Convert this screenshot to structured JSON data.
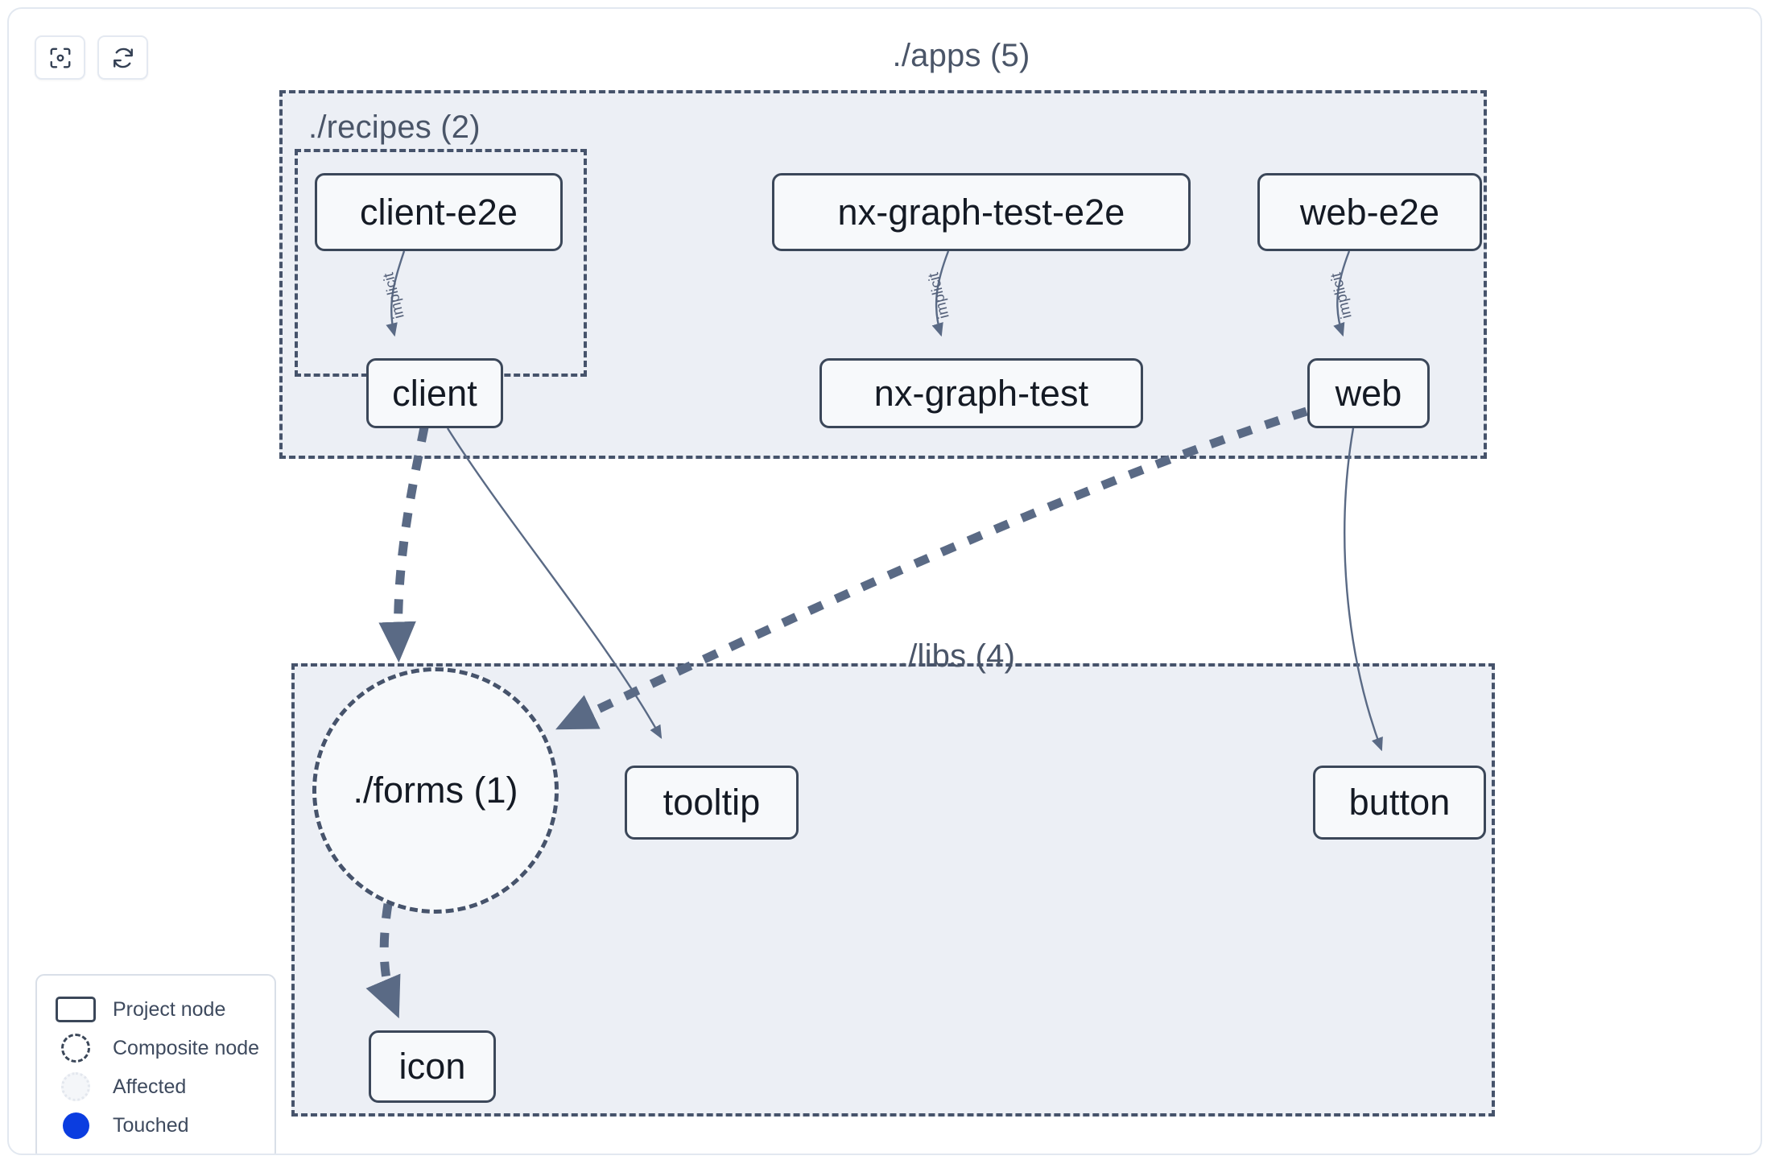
{
  "toolbar": {
    "buttons": [
      {
        "name": "focus-graph-button",
        "icon": "viewfinder-icon",
        "title": "Focus graph"
      },
      {
        "name": "refresh-graph-button",
        "icon": "refresh-icon",
        "title": "Refresh graph"
      }
    ]
  },
  "graph": {
    "groups": [
      {
        "id": "apps",
        "label": "./apps (5)",
        "count": 5
      },
      {
        "id": "recipes",
        "label": "./recipes (2)",
        "count": 2
      },
      {
        "id": "libs",
        "label": "./libs (4)",
        "count": 4
      }
    ],
    "nodes": [
      {
        "id": "client-e2e",
        "label": "client-e2e",
        "type": "project",
        "group": "recipes"
      },
      {
        "id": "client",
        "label": "client",
        "type": "project",
        "group": "recipes"
      },
      {
        "id": "nx-graph-test-e2e",
        "label": "nx-graph-test-e2e",
        "type": "project",
        "group": "apps"
      },
      {
        "id": "nx-graph-test",
        "label": "nx-graph-test",
        "type": "project",
        "group": "apps"
      },
      {
        "id": "web-e2e",
        "label": "web-e2e",
        "type": "project",
        "group": "apps"
      },
      {
        "id": "web",
        "label": "web",
        "type": "project",
        "group": "apps"
      },
      {
        "id": "forms",
        "label": "./forms (1)",
        "type": "composite",
        "group": "libs"
      },
      {
        "id": "tooltip",
        "label": "tooltip",
        "type": "project",
        "group": "libs"
      },
      {
        "id": "button",
        "label": "button",
        "type": "project",
        "group": "libs"
      },
      {
        "id": "icon",
        "label": "icon",
        "type": "project",
        "group": "libs"
      }
    ],
    "edges": [
      {
        "source": "client-e2e",
        "target": "client",
        "label": "implicit",
        "style": "solid"
      },
      {
        "source": "nx-graph-test-e2e",
        "target": "nx-graph-test",
        "label": "implicit",
        "style": "solid"
      },
      {
        "source": "web-e2e",
        "target": "web",
        "label": "implicit",
        "style": "solid"
      },
      {
        "source": "client",
        "target": "forms",
        "label": "",
        "style": "dashed"
      },
      {
        "source": "client",
        "target": "tooltip",
        "label": "",
        "style": "solid"
      },
      {
        "source": "web",
        "target": "forms",
        "label": "",
        "style": "dashed"
      },
      {
        "source": "web",
        "target": "button",
        "label": "",
        "style": "solid"
      },
      {
        "source": "forms",
        "target": "icon",
        "label": "",
        "style": "dashed"
      }
    ]
  },
  "legend": {
    "items": [
      {
        "swatch": "project-node-swatch",
        "label": "Project node"
      },
      {
        "swatch": "composite-node-swatch",
        "label": "Composite node"
      },
      {
        "swatch": "affected-swatch",
        "label": "Affected"
      },
      {
        "swatch": "touched-swatch",
        "label": "Touched"
      }
    ]
  },
  "colors": {
    "node_border": "#3b4759",
    "node_fill": "#f7f9fb",
    "group_fill": "#eceff5",
    "group_border": "#46536b",
    "edge": "#5a6a85",
    "touched": "#0b3de0",
    "label_text": "#4a5568"
  }
}
